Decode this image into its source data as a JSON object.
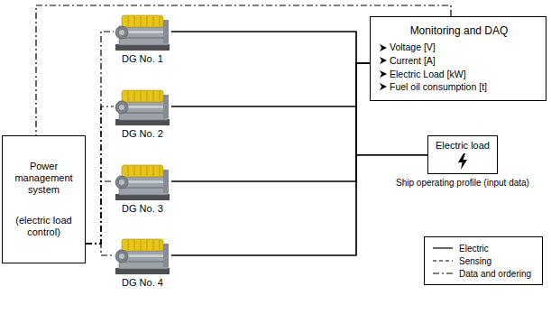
{
  "diagram": {
    "nodes": [
      {
        "text": [
          "Power management system",
          "(electric load control)"
        ]
      },
      {
        "text": [
          "DG No. 1"
        ]
      },
      {
        "text": [
          "DG No. 2"
        ]
      },
      {
        "text": [
          "DG No. 3"
        ]
      },
      {
        "text": [
          "DG No. 4"
        ]
      },
      {
        "text": [
          "Monitoring and DAQ",
          "Voltage [V]",
          "Current [A]",
          "Electric Load [kW]",
          "Fuel oil consumption [t]"
        ]
      },
      {
        "text": [
          "Electric load",
          "Ship operating profile (input data)"
        ]
      }
    ],
    "edges": [
      {
        "from": 0,
        "to": 1,
        "arrow": "none"
      },
      {
        "from": 0,
        "to": 2,
        "arrow": "none"
      },
      {
        "from": 0,
        "to": 3,
        "arrow": "none"
      },
      {
        "from": 0,
        "to": 4,
        "arrow": "none"
      },
      {
        "from": 1,
        "to": 5,
        "arrow": "none"
      },
      {
        "from": 2,
        "to": 5,
        "arrow": "none"
      },
      {
        "from": 3,
        "to": 5,
        "arrow": "none"
      },
      {
        "from": 4,
        "to": 5,
        "arrow": "none"
      },
      {
        "from": 1,
        "to": 6,
        "arrow": "none"
      },
      {
        "from": 2,
        "to": 6,
        "arrow": "none"
      },
      {
        "from": 3,
        "to": 6,
        "arrow": "none"
      },
      {
        "from": 4,
        "to": 6,
        "arrow": "none"
      },
      {
        "from": 5,
        "to": 0,
        "arrow": "none"
      }
    ],
    "legend": [
      {
        "text": "Electric"
      },
      {
        "text": "Sensing"
      },
      {
        "text": "Data and ordering"
      }
    ]
  }
}
